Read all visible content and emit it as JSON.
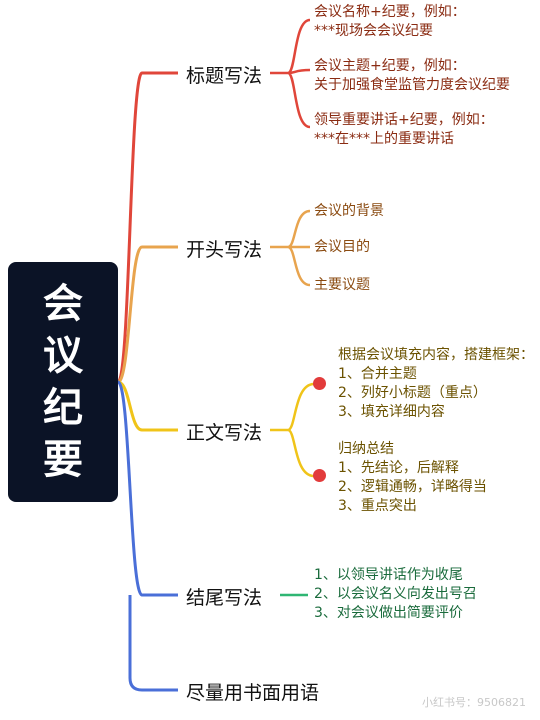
{
  "root": {
    "chars": [
      "会",
      "议",
      "纪",
      "要"
    ]
  },
  "branches": [
    {
      "id": "title",
      "label": "标题写法",
      "color": "#e0463a",
      "leaves": [
        {
          "lines": [
            "会议名称+纪要，例如：",
            "***现场会会议纪要"
          ]
        },
        {
          "lines": [
            "会议主题+纪要，例如：",
            "关于加强食堂监管力度会议纪要"
          ]
        },
        {
          "lines": [
            "领导重要讲话+纪要，例如：",
            "***在***上的重要讲话"
          ]
        }
      ]
    },
    {
      "id": "opening",
      "label": "开头写法",
      "color": "#e8a44e",
      "leaves": [
        {
          "lines": [
            "会议的背景"
          ]
        },
        {
          "lines": [
            "会议目的"
          ]
        },
        {
          "lines": [
            "主要议题"
          ]
        }
      ]
    },
    {
      "id": "body",
      "label": "正文写法",
      "color": "#f0c419",
      "leaves": [
        {
          "lines": [
            "根据会议填充内容，搭建框架：",
            "1、合并主题",
            "2、列好小标题（重点）",
            "3、填充详细内容"
          ]
        },
        {
          "lines": [
            "归纳总结",
            "1、先结论，后解释",
            "2、逻辑通畅，详略得当",
            "3、重点突出"
          ]
        }
      ]
    },
    {
      "id": "ending",
      "label": "结尾写法",
      "color": "#2fb673",
      "leaves": [
        {
          "lines": [
            "1、以领导讲话作为收尾",
            "2、以会议名义向发出号召",
            "3、对会议做出简要评价"
          ]
        }
      ]
    },
    {
      "id": "language",
      "label": "尽量用书面用语",
      "color": "#4a6fd8",
      "leaves": []
    }
  ],
  "watermark": "小红书号：9506821"
}
